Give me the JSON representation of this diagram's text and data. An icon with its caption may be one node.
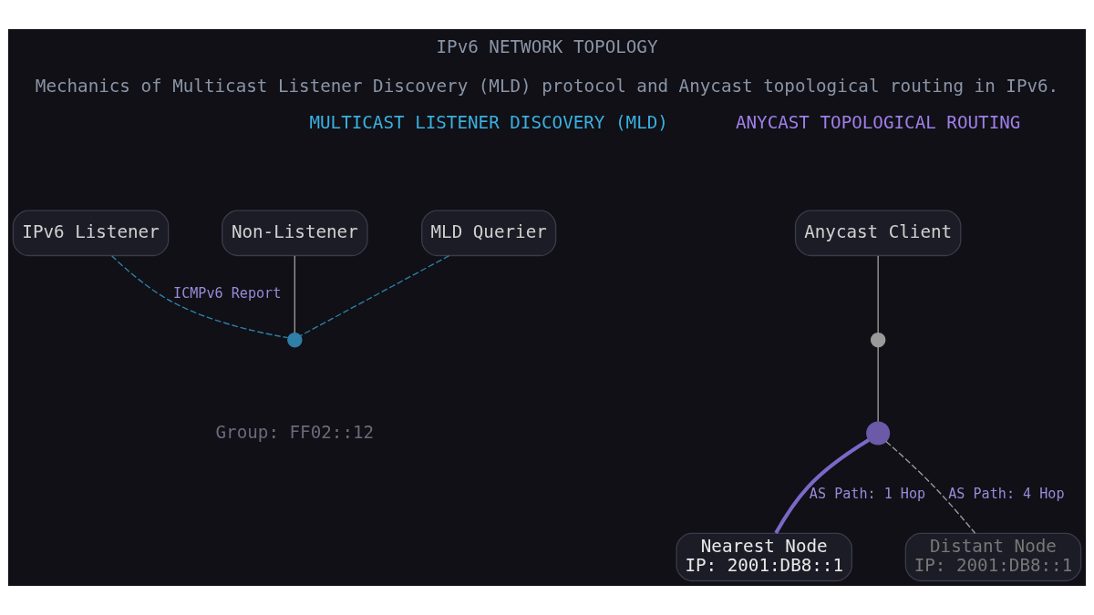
{
  "diagram": {
    "title": "IPv6 NETWORK TOPOLOGY",
    "caption": "Mechanics of Multicast Listener Discovery (MLD) protocol and Anycast topological routing in IPv6.",
    "nodes": [
      {
        "text": [
          "MLD Querier"
        ]
      },
      {
        "text": [
          "IPv6 Listener"
        ]
      },
      {
        "text": [
          "Non-Listener"
        ]
      },
      {
        "text": [],
        "shape": "circle"
      },
      {
        "text": [
          "Anycast Client"
        ]
      },
      {
        "text": [],
        "shape": "circle"
      },
      {
        "text": [],
        "shape": "circle"
      },
      {
        "text": [
          "Nearest Node",
          "IP: 2001:DB8::1"
        ]
      },
      {
        "text": [
          "Distant Node",
          "IP: 2001:DB8::1"
        ]
      }
    ],
    "edges": [
      {
        "from": 0,
        "to": 3,
        "arrow": "none",
        "style": "dashed",
        "color": "#2f7fa8"
      },
      {
        "from": 1,
        "to": 3,
        "arrow": "none",
        "style": "dashed",
        "label": "ICMPv6 Report",
        "color": "#2f7fa8"
      },
      {
        "from": 2,
        "to": 3,
        "arrow": "none"
      },
      {
        "from": 4,
        "to": 5,
        "arrow": "none"
      },
      {
        "from": 5,
        "to": 6,
        "arrow": "none"
      },
      {
        "from": 6,
        "to": 7,
        "arrow": "none",
        "style": "thick",
        "color": "#7b68c8",
        "label": "AS Path: 1 Hop"
      },
      {
        "from": 6,
        "to": 8,
        "arrow": "none",
        "style": "dashed",
        "label": "AS Path: 4 Hop"
      }
    ],
    "labels": [
      "MULTICAST LISTENER DISCOVERY (MLD)",
      "ANYCAST TOPOLOGICAL ROUTING",
      "Group: FF02::12"
    ]
  }
}
